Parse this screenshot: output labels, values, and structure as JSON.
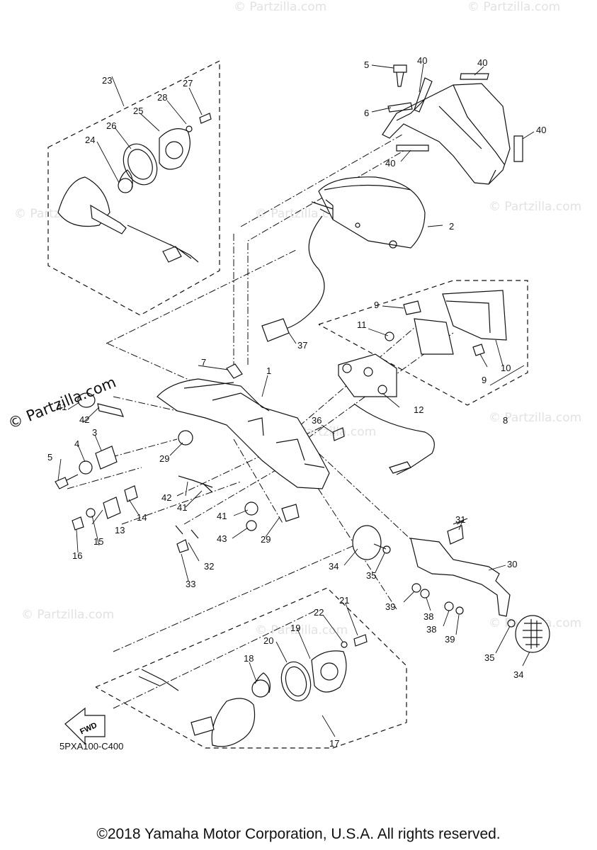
{
  "watermark": "© Partzilla.com",
  "logo_text": "© Partzilla.com",
  "diagram_code": "5PXA100-C400",
  "fwd_label": "FWD",
  "copyright": "©2018 Yamaha Motor Corporation, U.S.A. All rights reserved.",
  "labels": {
    "p1": "1",
    "p2": "2",
    "p3": "3",
    "p4": "4",
    "p5a": "5",
    "p5b": "5",
    "p6": "6",
    "p7": "7",
    "p8": "8",
    "p9a": "9",
    "p9b": "9",
    "p10": "10",
    "p11": "11",
    "p12": "12",
    "p13": "13",
    "p14": "14",
    "p15": "15",
    "p16": "16",
    "p17": "17",
    "p18": "18",
    "p19": "19",
    "p20": "20",
    "p21": "21",
    "p22": "22",
    "p23": "23",
    "p24": "24",
    "p25": "25",
    "p26": "26",
    "p27": "27",
    "p28": "28",
    "p29a": "29",
    "p29b": "29",
    "p30": "30",
    "p31": "31",
    "p32": "32",
    "p33": "33",
    "p34a": "34",
    "p34b": "34",
    "p35a": "35",
    "p35b": "35",
    "p36": "36",
    "p37": "37",
    "p38a": "38",
    "p38b": "38",
    "p39a": "39",
    "p39b": "39",
    "p40a": "40",
    "p40b": "40",
    "p40c": "40",
    "p40d": "40",
    "p41a": "41",
    "p41b": "41",
    "p41c": "41",
    "p42a": "42",
    "p42b": "42",
    "p43": "43"
  }
}
